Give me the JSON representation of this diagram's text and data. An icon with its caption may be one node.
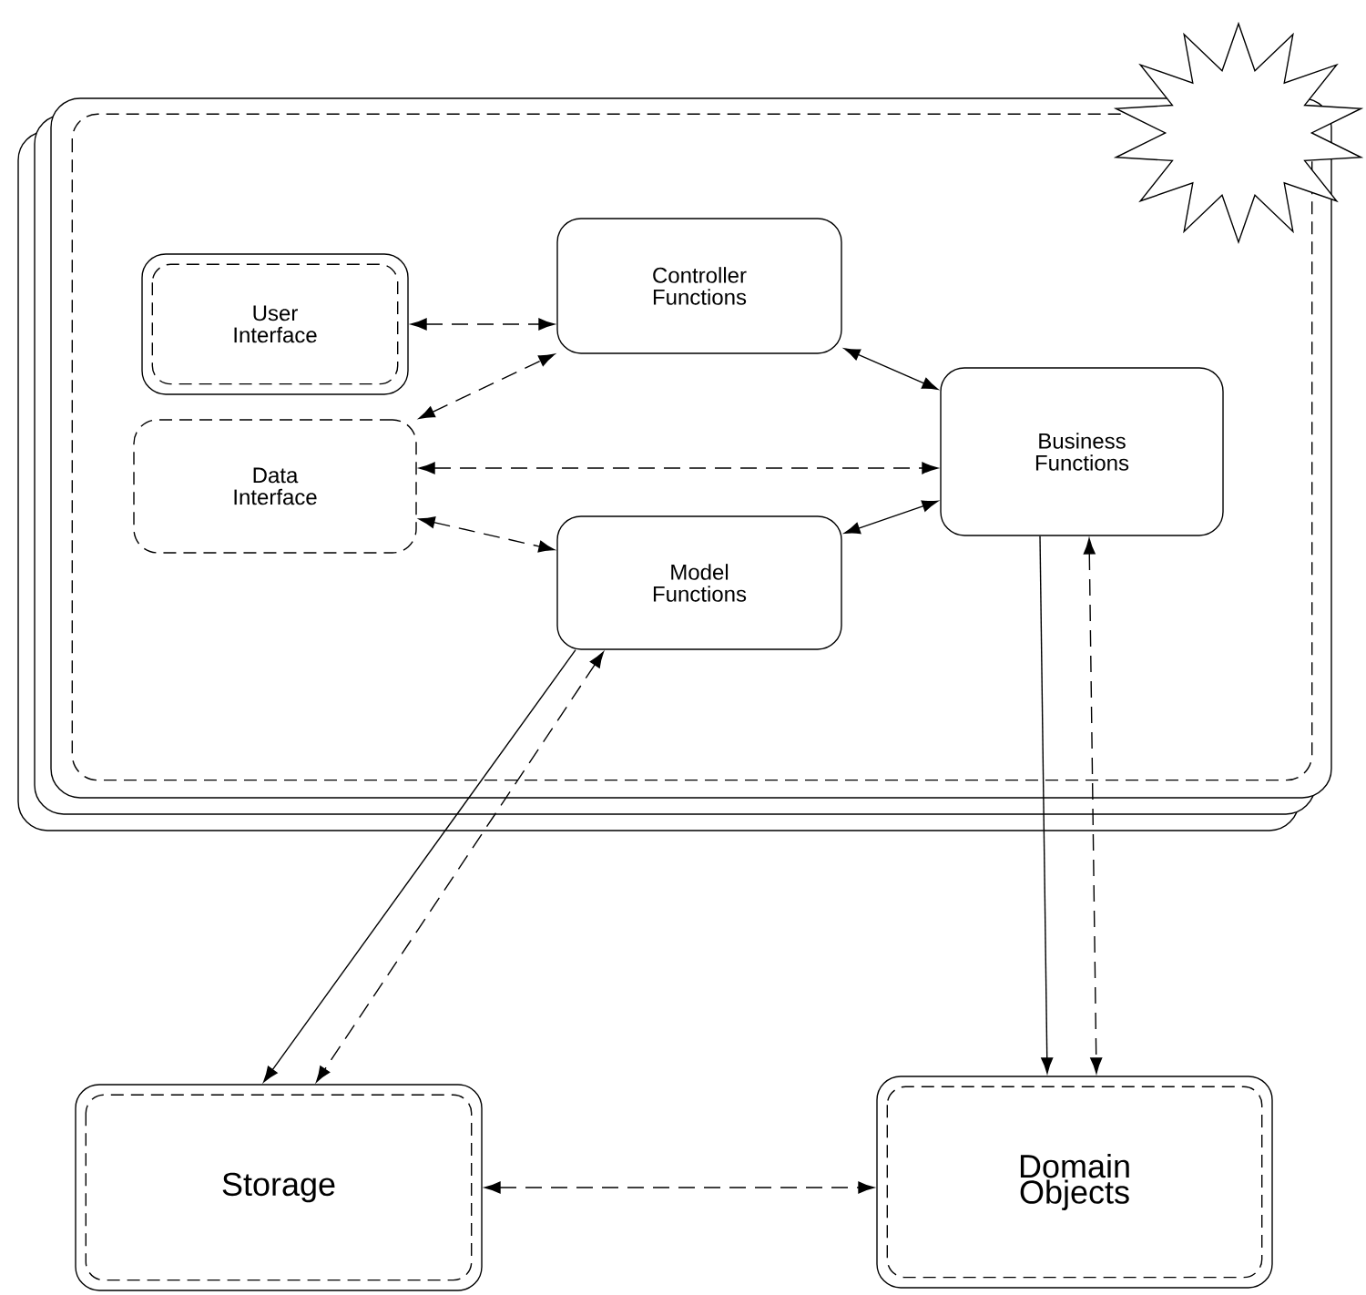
{
  "diagram": {
    "nodes": [
      {
        "text": [],
        "shape": "box"
      },
      {
        "text": [
          "User Interface"
        ],
        "in": 0
      },
      {
        "text": [
          "Controller Functions"
        ],
        "in": 0
      },
      {
        "text": [
          "Data Interface"
        ],
        "in": 0
      },
      {
        "text": [
          "Business Functions"
        ],
        "in": 0
      },
      {
        "text": [
          "Model Functions"
        ],
        "in": 0
      },
      {
        "text": [
          "Storage"
        ]
      },
      {
        "text": [
          "Domain Objects"
        ]
      }
    ],
    "edges": [
      {
        "from": 1,
        "to": 2,
        "arrow": "both",
        "style": "dashed"
      },
      {
        "from": 3,
        "to": 2,
        "arrow": "both",
        "style": "dashed"
      },
      {
        "from": 2,
        "to": 4,
        "arrow": "both"
      },
      {
        "from": 3,
        "to": 4,
        "arrow": "both",
        "style": "dashed"
      },
      {
        "from": 3,
        "to": 5,
        "arrow": "both",
        "style": "dashed"
      },
      {
        "from": 5,
        "to": 4,
        "arrow": "both"
      },
      {
        "from": 5,
        "to": 6,
        "arrow": "to"
      },
      {
        "from": 5,
        "to": 6,
        "arrow": "both",
        "style": "dashed"
      },
      {
        "from": 4,
        "to": 7,
        "arrow": "to"
      },
      {
        "from": 4,
        "to": 7,
        "arrow": "both",
        "style": "dashed"
      },
      {
        "from": 6,
        "to": 7,
        "arrow": "both",
        "style": "dashed"
      }
    ]
  }
}
